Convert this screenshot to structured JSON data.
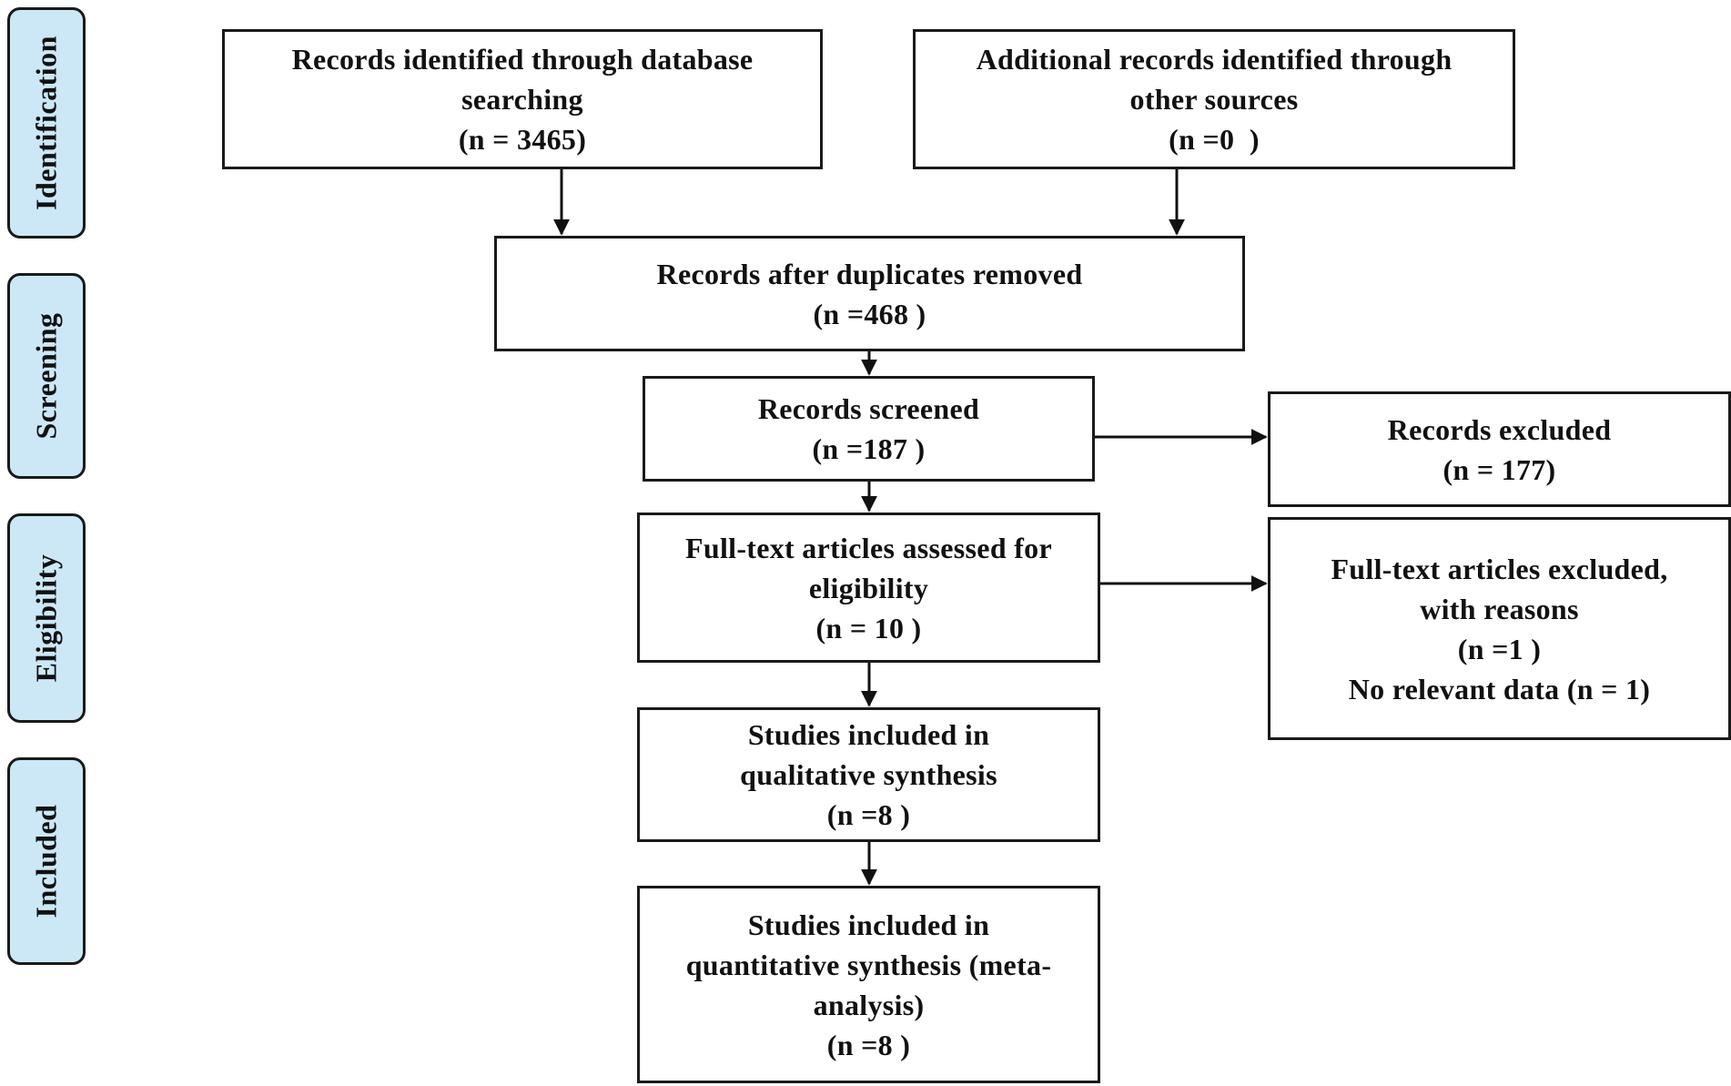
{
  "phases": {
    "identification": "Identification",
    "screening": "Screening",
    "eligibility": "Eligibility",
    "included": "Included"
  },
  "boxes": {
    "db_records": {
      "line1": "Records identified through database",
      "line2": "searching",
      "count": "(n = 3465)"
    },
    "other_records": {
      "line1": "Additional records identified through",
      "line2": "other sources",
      "count": "(n =0  )"
    },
    "dedup": {
      "line1": "Records after duplicates removed",
      "count": "(n =468 )"
    },
    "screened": {
      "line1": "Records screened",
      "count": "(n =187 )"
    },
    "excluded": {
      "line1": "Records excluded",
      "count": "(n = 177)"
    },
    "fulltext": {
      "line1": "Full-text articles assessed for",
      "line2": "eligibility",
      "count": "(n = 10 )"
    },
    "fulltext_excluded": {
      "line1": "Full-text articles excluded,",
      "line2": "with reasons",
      "count": "(n =1 )",
      "reason": "No relevant data (n = 1)"
    },
    "qualitative": {
      "line1": "Studies included in",
      "line2": "qualitative synthesis",
      "count": "(n =8 )"
    },
    "quantitative": {
      "line1": "Studies included in",
      "line2": "quantitative synthesis (meta-",
      "line3": "analysis)",
      "count": "(n =8 )"
    }
  }
}
